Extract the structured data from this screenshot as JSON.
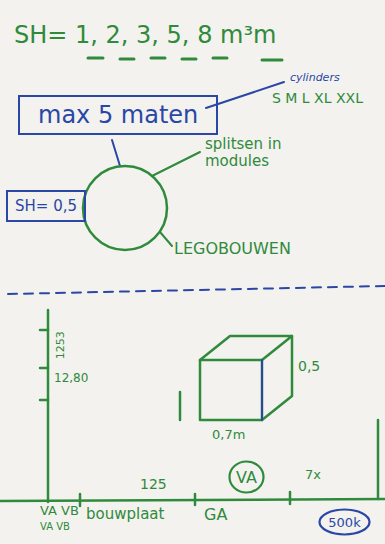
{
  "diagram": {
    "nodes": [
      {
        "text": [
          "max 5 maten"
        ]
      },
      {
        "text": [
          "SH= 0,5"
        ]
      },
      {
        "text": [
          "VA"
        ]
      },
      {
        "text": [
          "500k"
        ]
      }
    ],
    "labels": [
      "SH= 1, 2, 3, 5, 8 m³m",
      "cylinders",
      "S M L XL XXL",
      "splitsen in modules",
      "LEGOBOUWEN",
      "1253",
      "12,80",
      "0,5",
      "0,7m",
      "VA VB",
      "VA VB",
      "bouwplaat",
      "125",
      "GA",
      "7x"
    ]
  }
}
